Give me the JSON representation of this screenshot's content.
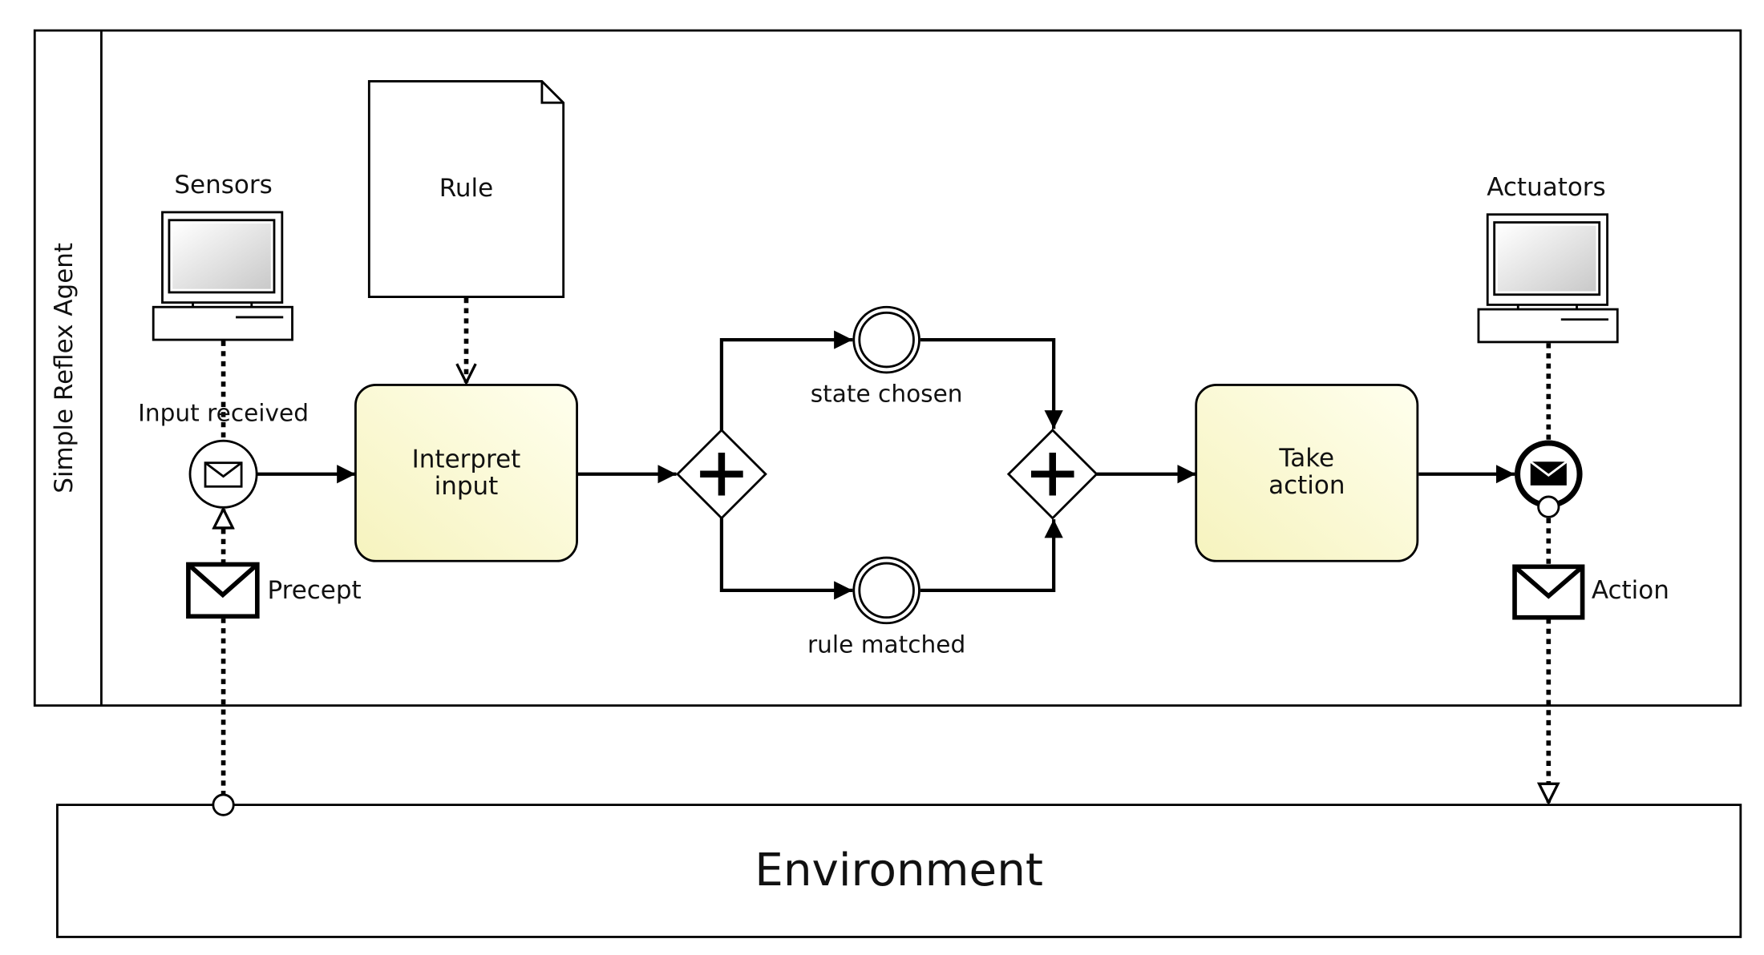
{
  "pool": {
    "label": "Simple Reflex Agent"
  },
  "environment": {
    "label": "Environment"
  },
  "sensors": {
    "label": "Sensors"
  },
  "actuators": {
    "label": "Actuators"
  },
  "rule": {
    "label": "Rule"
  },
  "events": {
    "input_received": "Input received",
    "state_chosen": "state chosen",
    "rule_matched": "rule matched"
  },
  "tasks": {
    "interpret_input": [
      "Interpret",
      "input"
    ],
    "take_action": [
      "Take",
      "action"
    ]
  },
  "messages": {
    "precept": "Precept",
    "action": "Action"
  },
  "colors": {
    "task_fill_light": "#ffffee",
    "task_fill_dark": "#f6f3be",
    "stroke": "#000000"
  }
}
